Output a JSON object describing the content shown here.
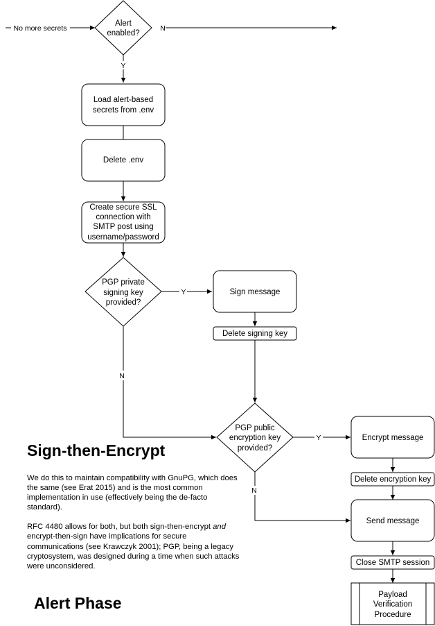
{
  "nodes": {
    "alert_enabled": [
      "Alert",
      "enabled?"
    ],
    "load_secrets": [
      "Load alert-based",
      "secrets from .env"
    ],
    "delete_env": [
      "Delete .env"
    ],
    "create_ssl": [
      "Create secure SSL",
      "connection with",
      "SMTP post using",
      "username/password"
    ],
    "pgp_private": [
      "PGP private",
      "signing key",
      "provided?"
    ],
    "sign_message": [
      "Sign message"
    ],
    "delete_signing": [
      "Delete signing key"
    ],
    "pgp_public": [
      "PGP public",
      "encryption key",
      "provided?"
    ],
    "encrypt_message": [
      "Encrypt message"
    ],
    "delete_encryption": [
      "Delete encryption key"
    ],
    "send_message": [
      "Send message"
    ],
    "close_smtp": [
      "Close SMTP session"
    ],
    "payload_verification": [
      "Payload",
      "Verification",
      "Procedure"
    ]
  },
  "edge_labels": {
    "no_more_secrets": "No more secrets",
    "alert_no": "N",
    "alert_yes": "Y",
    "private_yes": "Y",
    "private_no": "N",
    "public_yes": "Y",
    "public_no": "N"
  },
  "note": {
    "title": "Sign-then-Encrypt",
    "para1": "We do this to maintain compatibility with GnuPG, which does the same (see Erat 2015) and is the most common implementation in use (effectively being the de-facto standard).",
    "para2_start": "RFC 4480 allows for both, but both sign-then-encrypt ",
    "para2_em": "and",
    "para2_end": " encrypt-then-sign have implications for secure communications (see Krawczyk 2001); PGP, being a legacy cryptosystem, was designed during a time when such attacks were unconsidered."
  },
  "phase_title": "Alert Phase"
}
